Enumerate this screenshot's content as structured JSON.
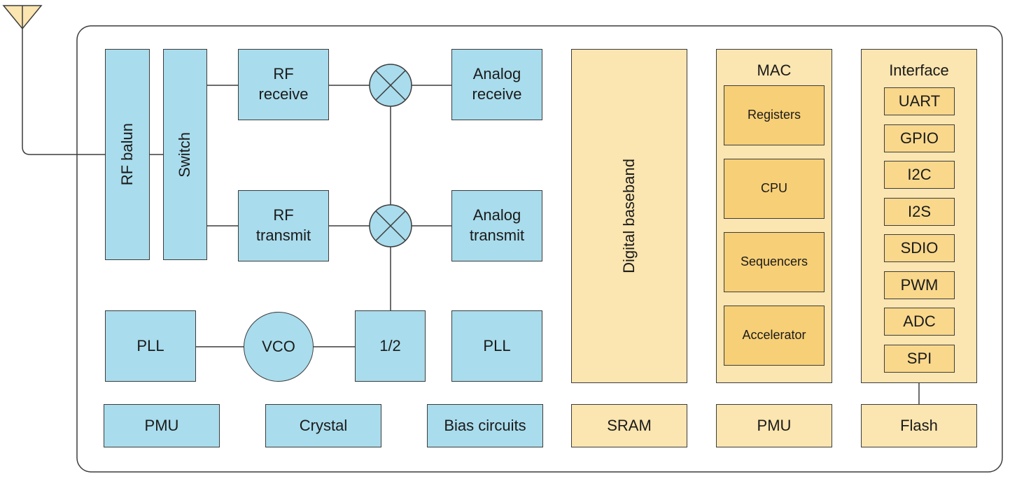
{
  "diagram": {
    "rf_section": {
      "rf_balun": "RF balun",
      "switch": "Switch",
      "rf_receive": "RF\nreceive",
      "rf_transmit": "RF\ntransmit",
      "analog_receive": "Analog\nreceive",
      "analog_transmit": "Analog\ntransmit",
      "pll_left": "PLL",
      "vco": "VCO",
      "divider": "1/2",
      "pll_right": "PLL",
      "pmu": "PMU",
      "crystal": "Crystal",
      "bias_circuits": "Bias circuits"
    },
    "digital_baseband": "Digital baseband",
    "sram": "SRAM",
    "mac": {
      "title": "MAC",
      "blocks": [
        "Registers",
        "CPU",
        "Sequencers",
        "Accelerator"
      ]
    },
    "pmu_digital": "PMU",
    "interface": {
      "title": "Interface",
      "items": [
        "UART",
        "GPIO",
        "I2C",
        "I2S",
        "SDIO",
        "PWM",
        "ADC",
        "SPI"
      ]
    },
    "flash": "Flash"
  },
  "colors": {
    "rf_fill": "#a9dcec",
    "digital_fill": "#fbe5b0",
    "mac_block_fill": "#f7cf76",
    "interface_item_fill": "#f9d88c",
    "antenna_fill": "#fbe5b0",
    "line": "#3c3c3c"
  },
  "icons": [
    "antenna-icon",
    "mixer-icon"
  ]
}
